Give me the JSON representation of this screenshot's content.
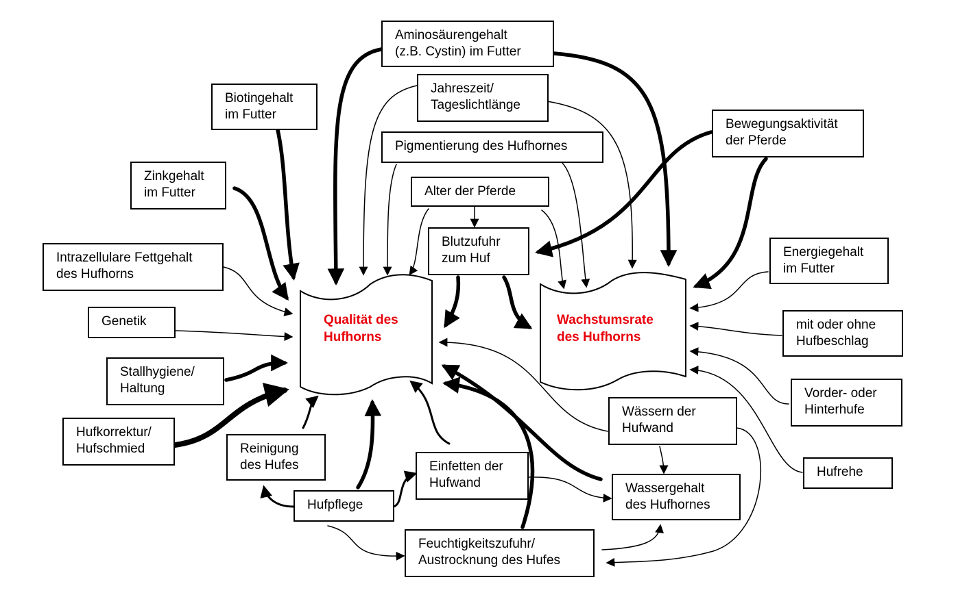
{
  "accent_color": "#e8000b",
  "center": {
    "quality": {
      "line1": "Qualität des",
      "line2": "Hufhorns"
    },
    "growth": {
      "line1": "Wachstumsrate",
      "line2": "des Hufhorns"
    }
  },
  "factors": {
    "amino": {
      "line1": "Aminosäurengehalt",
      "line2": "(z.B. Cystin) im Futter"
    },
    "season": {
      "line1": "Jahreszeit/",
      "line2": "Tageslichtlänge"
    },
    "biotin": {
      "line1": "Biotingehalt",
      "line2": "im Futter"
    },
    "pigment": {
      "line1": "Pigmentierung des Hufhornes"
    },
    "movement": {
      "line1": "Bewegungsaktivität",
      "line2": "der Pferde"
    },
    "zinc": {
      "line1": "Zinkgehalt",
      "line2": "im Futter"
    },
    "age": {
      "line1": "Alter der Pferde"
    },
    "blood": {
      "line1": "Blutzufuhr",
      "line2": "zum Huf"
    },
    "fat": {
      "line1": "Intrazellulare Fettgehalt",
      "line2": "des Hufhorns"
    },
    "energy": {
      "line1": "Energiegehalt",
      "line2": "im Futter"
    },
    "genetics": {
      "line1": "Genetik"
    },
    "shoe": {
      "line1": "mit oder ohne",
      "line2": "Hufbeschlag"
    },
    "stable": {
      "line1": "Stallhygiene/",
      "line2": "Haltung"
    },
    "frontback": {
      "line1": "Vorder- oder",
      "line2": "Hinterhufe"
    },
    "watering": {
      "line1": "Wässern der",
      "line2": "Hufwand"
    },
    "correction": {
      "line1": "Hufkorrektur/",
      "line2": "Hufschmied"
    },
    "cleaning": {
      "line1": "Reinigung",
      "line2": "des Hufes"
    },
    "greasing": {
      "line1": "Einfetten der",
      "line2": "Hufwand"
    },
    "laminitis": {
      "line1": "Hufrehe"
    },
    "water": {
      "line1": "Wassergehalt",
      "line2": "des Hufhornes"
    },
    "care": {
      "line1": "Hufpflege"
    },
    "moisture": {
      "line1": "Feuchtigkeitszufuhr/",
      "line2": "Austrocknung des Hufes"
    }
  }
}
